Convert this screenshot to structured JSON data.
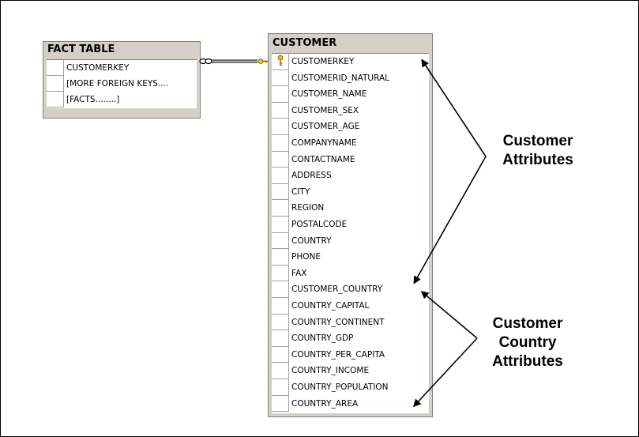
{
  "fact_table": {
    "title": "FACT TABLE",
    "columns": [
      "CUSTOMERKEY",
      "[MORE FOREIGN KEYS....",
      "[FACTS........]"
    ]
  },
  "customer_table": {
    "title": "CUSTOMER",
    "key_column": "CUSTOMERKEY",
    "columns": [
      "CUSTOMERKEY",
      "CUSTOMERID_NATURAL",
      "CUSTOMER_NAME",
      "CUSTOMER_SEX",
      "CUSTOMER_AGE",
      "COMPANYNAME",
      "CONTACTNAME",
      "ADDRESS",
      "CITY",
      "REGION",
      "POSTALCODE",
      "COUNTRY",
      "PHONE",
      "FAX",
      "CUSTOMER_COUNTRY",
      "COUNTRY_CAPITAL",
      "COUNTRY_CONTINENT",
      "COUNTRY_GDP",
      "COUNTRY_PER_CAPITA",
      "COUNTRY_INCOME",
      "COUNTRY_POPULATION",
      "COUNTRY_AREA"
    ]
  },
  "labels": {
    "customer_attributes": [
      "Customer",
      "Attributes"
    ],
    "customer_country_attributes": [
      "Customer",
      "Country",
      "Attributes"
    ]
  },
  "colors": {
    "key_icon": "#e8c000",
    "table_bg": "#d4d0c8"
  }
}
